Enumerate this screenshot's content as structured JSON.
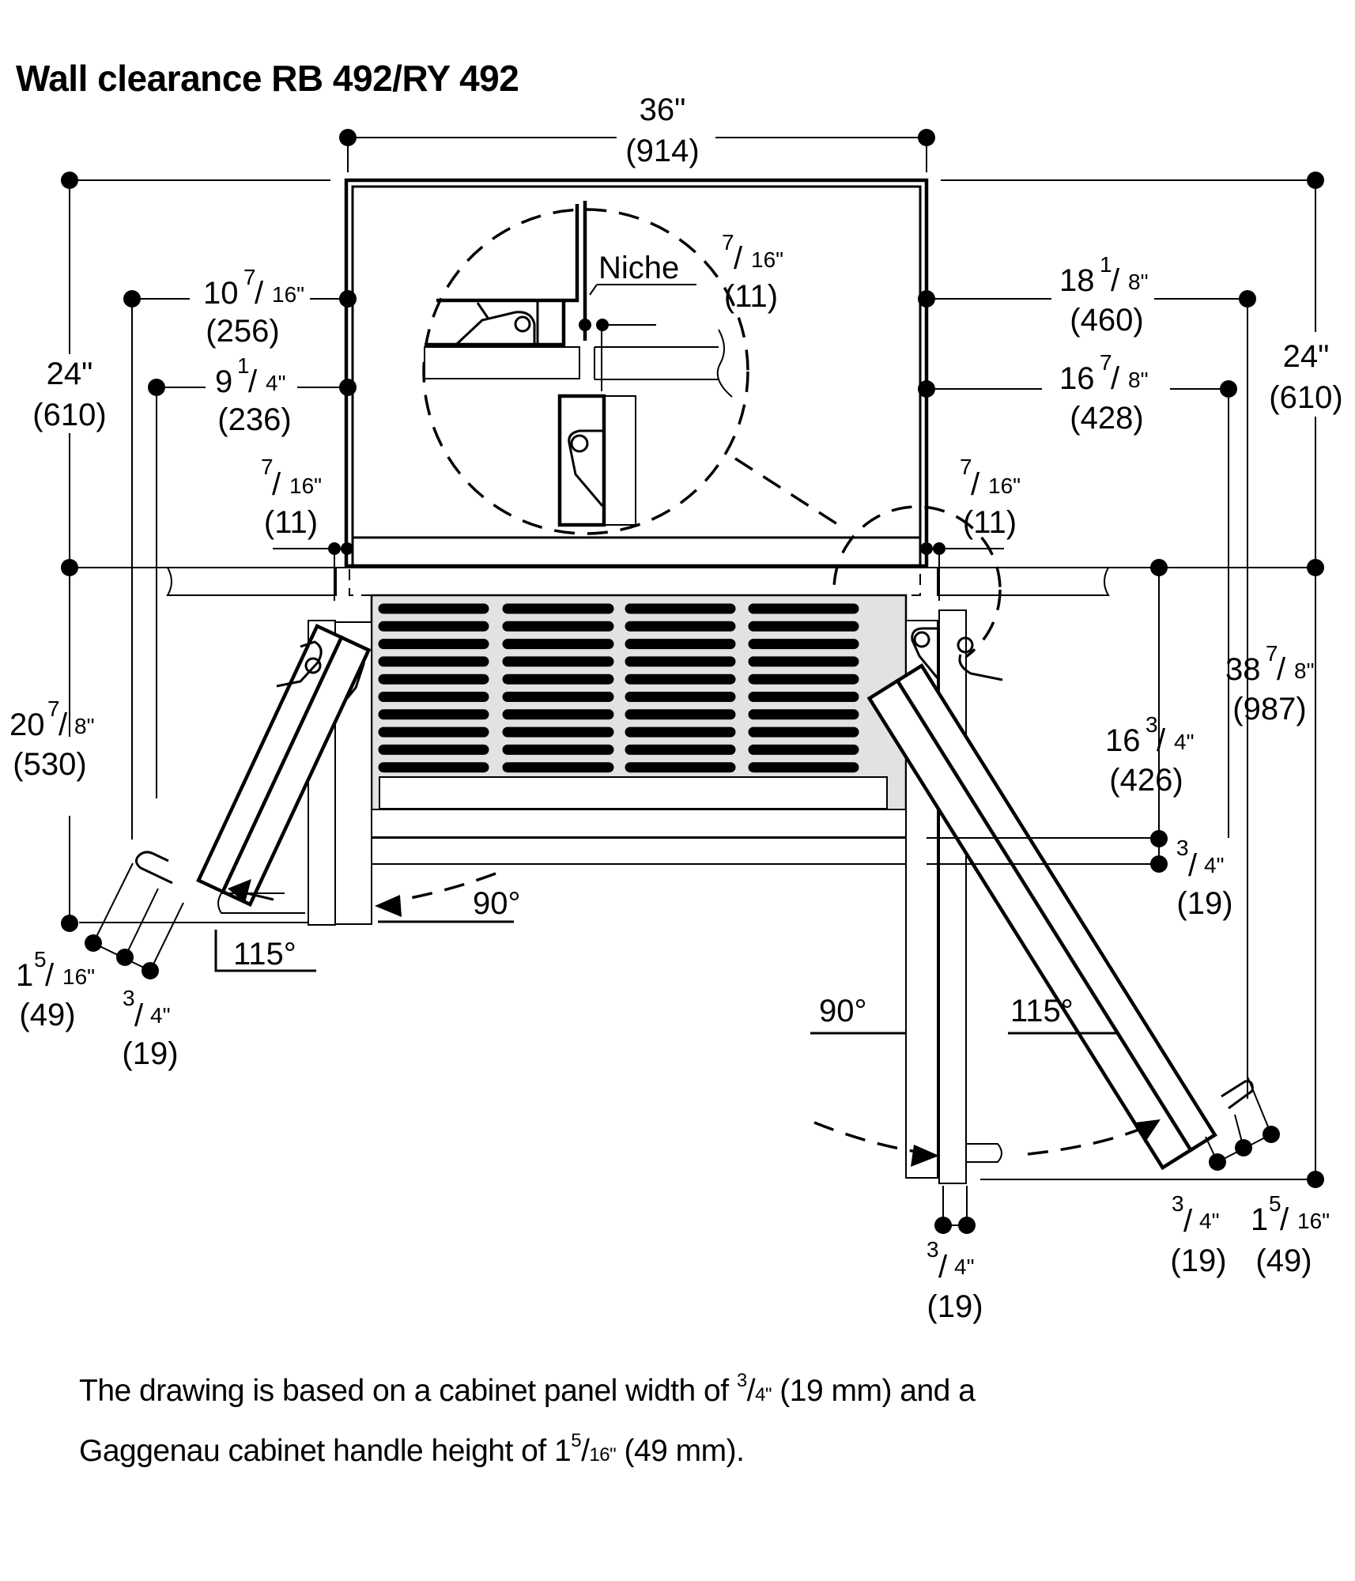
{
  "title": "Wall clearance RB 492/RY 492",
  "note": {
    "line1_pre": "The drawing is based on a cabinet panel width of ",
    "line1_frac_num": "3",
    "line1_frac_den": "4\"",
    "line1_post": " (19 mm) and a",
    "line2_pre": "Gaggenau cabinet handle height of 1",
    "line2_frac_num": "5",
    "line2_frac_den": "16\"",
    "line2_post": " (49 mm)."
  },
  "detail_label": "Niche",
  "dimensions": {
    "width_top": {
      "whole": "36\"",
      "mm": "(914)"
    },
    "depth_left": {
      "whole": "24\"",
      "mm": "(610)"
    },
    "depth_right": {
      "whole": "24\"",
      "mm": "(610)"
    },
    "left_upper": {
      "whole": "10",
      "num": "7",
      "den": "16\"",
      "mm": "(256)"
    },
    "left_lower": {
      "whole": "9",
      "num": "1",
      "den": "4\"",
      "mm": "(236)"
    },
    "right_upper": {
      "whole": "18",
      "num": "1",
      "den": "8\"",
      "mm": "(460)"
    },
    "right_lower": {
      "whole": "16",
      "num": "7",
      "den": "8\"",
      "mm": "(428)"
    },
    "niche_gap": {
      "num": "7",
      "den": "16\"",
      "mm": "(11)"
    },
    "gap_left": {
      "num": "7",
      "den": "16\"",
      "mm": "(11)"
    },
    "gap_right": {
      "num": "7",
      "den": "16\"",
      "mm": "(11)"
    },
    "left_swing": {
      "whole": "20",
      "num": "7",
      "den": "8\"",
      "mm": "(530)"
    },
    "right_total": {
      "whole": "38",
      "num": "7",
      "den": "8\"",
      "mm": "(987)"
    },
    "right_mid": {
      "whole": "16",
      "num": "3",
      "den": "4\"",
      "mm": "(426)"
    },
    "right_panel": {
      "num": "3",
      "den": "4\"",
      "mm": "(19)"
    },
    "left_handle": {
      "whole": "1",
      "num": "5",
      "den": "16\"",
      "mm": "(49)"
    },
    "left_panel": {
      "num": "3",
      "den": "4\"",
      "mm": "(19)"
    },
    "bottom_panel": {
      "num": "3",
      "den": "4\"",
      "mm": "(19)"
    },
    "br_panel": {
      "num": "3",
      "den": "4\"",
      "mm": "(19)"
    },
    "br_handle": {
      "whole": "1",
      "num": "5",
      "den": "16\"",
      "mm": "(49)"
    }
  },
  "angles": {
    "left_90": "90°",
    "left_115": "115°",
    "right_90": "90°",
    "right_115": "115°"
  },
  "colors": {
    "grille": "#e2e2e2",
    "line": "#000000"
  }
}
